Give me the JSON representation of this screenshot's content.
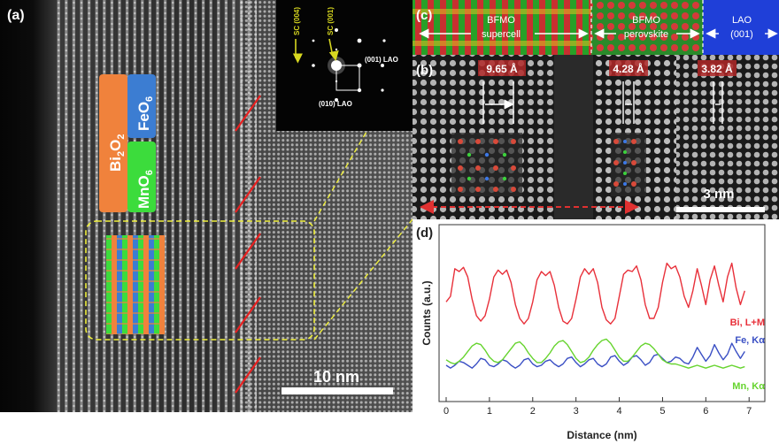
{
  "panel_a": {
    "label": "(a)",
    "scale_bar": "10 nm",
    "layer_labels": {
      "bi2o2": {
        "base": "Bi",
        "sub1": "2",
        "mid": "O",
        "sub2": "2"
      },
      "feo6": {
        "base": "FeO",
        "sub": "6"
      },
      "mno6": {
        "base": "MnO",
        "sub": "6"
      }
    },
    "diffraction": {
      "sc004": "SC (004)",
      "sc001": "SC (001)",
      "lao001": "(001) LAO",
      "lao010": "(010) LAO"
    },
    "colors": {
      "bi2o2": "#f0823c",
      "feo6": "#3c7dd2",
      "mno6": "#3cdc3c",
      "highlight": "#f0f03c",
      "arrow": "#e82020"
    }
  },
  "panel_c": {
    "label": "(c)",
    "segments": [
      {
        "line1": "BFMO",
        "line2": "supercell"
      },
      {
        "line1": "BFMO",
        "line2": "perovskite"
      },
      {
        "line1": "LAO",
        "line2": "(001)"
      }
    ]
  },
  "panel_b": {
    "label": "(b)",
    "spacings": [
      "9.65 Å",
      "4.28 Å",
      "3.82 Å"
    ],
    "scale_bar": "3 nm"
  },
  "panel_d": {
    "label": "(d)",
    "chart_data": {
      "type": "line",
      "xlabel": "Distance (nm)",
      "ylabel": "Counts (a.u.)",
      "xlim": [
        0,
        7.2
      ],
      "ylim": [
        0,
        1
      ],
      "xticks": [
        "0",
        "1",
        "2",
        "3",
        "4",
        "5",
        "6",
        "7"
      ],
      "yticks_shown": false,
      "series": [
        {
          "name": "Bi, L+M",
          "color": "#e8303a",
          "x": [
            0,
            0.1,
            0.2,
            0.3,
            0.4,
            0.5,
            0.6,
            0.7,
            0.8,
            0.9,
            1.0,
            1.1,
            1.2,
            1.3,
            1.4,
            1.5,
            1.6,
            1.7,
            1.8,
            1.9,
            2.0,
            2.1,
            2.2,
            2.3,
            2.4,
            2.5,
            2.6,
            2.7,
            2.8,
            2.9,
            3.0,
            3.1,
            3.2,
            3.3,
            3.4,
            3.5,
            3.6,
            3.7,
            3.8,
            3.9,
            4.0,
            4.1,
            4.2,
            4.3,
            4.4,
            4.5,
            4.6,
            4.7,
            4.8,
            4.9,
            5.0,
            5.1,
            5.2,
            5.3,
            5.4,
            5.5,
            5.6,
            5.7,
            5.8,
            5.9,
            6.0,
            6.1,
            6.2,
            6.3,
            6.4,
            6.5,
            6.6,
            6.7,
            6.8,
            6.9
          ],
          "y": [
            0.62,
            0.66,
            0.86,
            0.84,
            0.87,
            0.8,
            0.64,
            0.52,
            0.48,
            0.52,
            0.64,
            0.8,
            0.85,
            0.82,
            0.85,
            0.76,
            0.6,
            0.5,
            0.46,
            0.5,
            0.62,
            0.78,
            0.84,
            0.81,
            0.84,
            0.74,
            0.58,
            0.48,
            0.46,
            0.5,
            0.64,
            0.8,
            0.86,
            0.82,
            0.86,
            0.76,
            0.58,
            0.49,
            0.46,
            0.5,
            0.66,
            0.82,
            0.85,
            0.84,
            0.88,
            0.78,
            0.6,
            0.5,
            0.5,
            0.58,
            0.76,
            0.9,
            0.86,
            0.88,
            0.8,
            0.66,
            0.58,
            0.7,
            0.86,
            0.74,
            0.6,
            0.78,
            0.88,
            0.74,
            0.62,
            0.8,
            0.9,
            0.72,
            0.6,
            0.7
          ]
        },
        {
          "name": "Fe, Kα",
          "color": "#3a4fc4",
          "x": [
            0,
            0.1,
            0.2,
            0.3,
            0.4,
            0.5,
            0.6,
            0.7,
            0.8,
            0.9,
            1.0,
            1.1,
            1.2,
            1.3,
            1.4,
            1.5,
            1.6,
            1.7,
            1.8,
            1.9,
            2.0,
            2.1,
            2.2,
            2.3,
            2.4,
            2.5,
            2.6,
            2.7,
            2.8,
            2.9,
            3.0,
            3.1,
            3.2,
            3.3,
            3.4,
            3.5,
            3.6,
            3.7,
            3.8,
            3.9,
            4.0,
            4.1,
            4.2,
            4.3,
            4.4,
            4.5,
            4.6,
            4.7,
            4.8,
            4.9,
            5.0,
            5.1,
            5.2,
            5.3,
            5.4,
            5.5,
            5.6,
            5.7,
            5.8,
            5.9,
            6.0,
            6.1,
            6.2,
            6.3,
            6.4,
            6.5,
            6.6,
            6.7,
            6.8,
            6.9
          ],
          "y": [
            0.16,
            0.14,
            0.16,
            0.19,
            0.18,
            0.16,
            0.14,
            0.17,
            0.21,
            0.2,
            0.16,
            0.15,
            0.17,
            0.2,
            0.19,
            0.16,
            0.14,
            0.16,
            0.2,
            0.21,
            0.17,
            0.15,
            0.16,
            0.19,
            0.2,
            0.17,
            0.15,
            0.17,
            0.21,
            0.22,
            0.18,
            0.15,
            0.17,
            0.2,
            0.21,
            0.17,
            0.15,
            0.17,
            0.22,
            0.23,
            0.19,
            0.16,
            0.18,
            0.22,
            0.23,
            0.2,
            0.16,
            0.18,
            0.23,
            0.24,
            0.21,
            0.18,
            0.19,
            0.22,
            0.21,
            0.18,
            0.17,
            0.22,
            0.29,
            0.24,
            0.19,
            0.23,
            0.31,
            0.25,
            0.2,
            0.24,
            0.32,
            0.26,
            0.21,
            0.26
          ]
        },
        {
          "name": "Mn, Kα",
          "color": "#66d42e",
          "x": [
            0,
            0.1,
            0.2,
            0.3,
            0.4,
            0.5,
            0.6,
            0.7,
            0.8,
            0.9,
            1.0,
            1.1,
            1.2,
            1.3,
            1.4,
            1.5,
            1.6,
            1.7,
            1.8,
            1.9,
            2.0,
            2.1,
            2.2,
            2.3,
            2.4,
            2.5,
            2.6,
            2.7,
            2.8,
            2.9,
            3.0,
            3.1,
            3.2,
            3.3,
            3.4,
            3.5,
            3.6,
            3.7,
            3.8,
            3.9,
            4.0,
            4.1,
            4.2,
            4.3,
            4.4,
            4.5,
            4.6,
            4.7,
            4.8,
            4.9,
            5.0,
            5.1,
            5.2,
            5.3,
            5.4,
            5.5,
            5.6,
            5.7,
            5.8,
            5.9,
            6.0,
            6.1,
            6.2,
            6.3,
            6.4,
            6.5,
            6.6,
            6.7,
            6.8,
            6.9
          ],
          "y": [
            0.2,
            0.18,
            0.17,
            0.19,
            0.22,
            0.26,
            0.3,
            0.32,
            0.31,
            0.27,
            0.22,
            0.19,
            0.18,
            0.2,
            0.24,
            0.28,
            0.32,
            0.33,
            0.3,
            0.25,
            0.21,
            0.18,
            0.18,
            0.21,
            0.25,
            0.3,
            0.33,
            0.34,
            0.31,
            0.26,
            0.21,
            0.18,
            0.19,
            0.22,
            0.27,
            0.31,
            0.34,
            0.35,
            0.32,
            0.27,
            0.22,
            0.19,
            0.19,
            0.22,
            0.26,
            0.3,
            0.32,
            0.31,
            0.28,
            0.24,
            0.2,
            0.18,
            0.17,
            0.17,
            0.16,
            0.15,
            0.14,
            0.15,
            0.16,
            0.15,
            0.14,
            0.15,
            0.16,
            0.15,
            0.14,
            0.15,
            0.16,
            0.15,
            0.14,
            0.15
          ]
        }
      ]
    }
  }
}
